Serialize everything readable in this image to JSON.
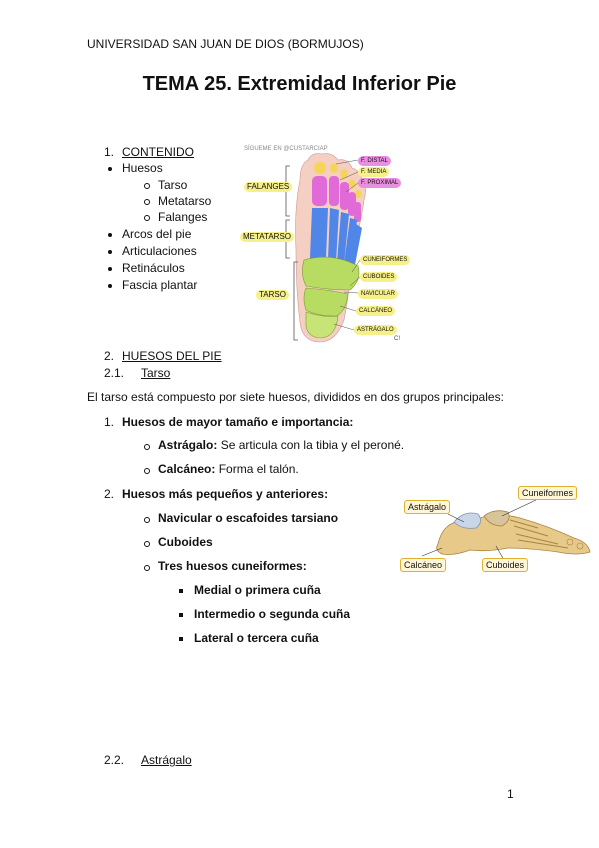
{
  "header": {
    "university": "UNIVERSIDAD SAN JUAN DE DIOS (BORMUJOS)"
  },
  "title": "TEMA 25. Extremidad Inferior Pie",
  "contents": {
    "num": "1.",
    "heading": "CONTENIDO",
    "items": [
      "Huesos",
      "Arcos del pie",
      "Articulaciones",
      "Retináculos",
      "Fascia plantar"
    ],
    "subitems": [
      "Tarso",
      "Metatarso",
      "Falanges"
    ]
  },
  "diagram1": {
    "header": "SÍGUEME EN @CUSTARCIAP",
    "groups": [
      "FALANGES",
      "METATARSO",
      "TARSO"
    ],
    "labels": [
      "F. DISTAL",
      "F. MEDIA",
      "F. PROXIMAL",
      "CUNEIFORMES",
      "CUBOIDES",
      "NAVICULAR",
      "CALCÁNEO",
      "ASTRÁGALO"
    ],
    "signature": "C!",
    "colors": {
      "phalanges": "#e26ad8",
      "distal": "#f6d45a",
      "metatarsal": "#4f86e8",
      "tarsal": "#b8dc62",
      "skin": "#f4cfc2",
      "label_bg": "#f6f08a"
    }
  },
  "section2": {
    "num": "2.",
    "heading": "HUESOS DEL PIE",
    "sub_num": "2.1.",
    "sub_heading": "Tarso",
    "intro": "El tarso está compuesto por siete huesos, divididos en dos grupos principales:",
    "group1": {
      "num": "1.",
      "label": "Huesos de mayor tamaño e importancia:",
      "items": [
        {
          "term": "Astrágalo:",
          "desc": "Se articula con la tibia y el peroné."
        },
        {
          "term": "Calcáneo:",
          "desc": "Forma el talón."
        }
      ]
    },
    "group2": {
      "num": "2.",
      "label": "Huesos más pequeños y anteriores:",
      "items": [
        "Navicular o escafoides tarsiano",
        "Cuboides",
        "Tres huesos cuneiformes:"
      ],
      "subitems": [
        "Medial o primera cuña",
        "Intermedio o segunda cuña",
        "Lateral o tercera cuña"
      ]
    }
  },
  "diagram2": {
    "labels": [
      "Astrágalo",
      "Cuneiformes",
      "Calcáneo",
      "Cuboides"
    ],
    "colors": {
      "bone": "#e7c98a",
      "label_bg": "#fff6d8",
      "label_border": "#e0b030"
    }
  },
  "section22": {
    "num": "2.2.",
    "heading": "Astrágalo"
  },
  "footer": {
    "page": "1"
  }
}
